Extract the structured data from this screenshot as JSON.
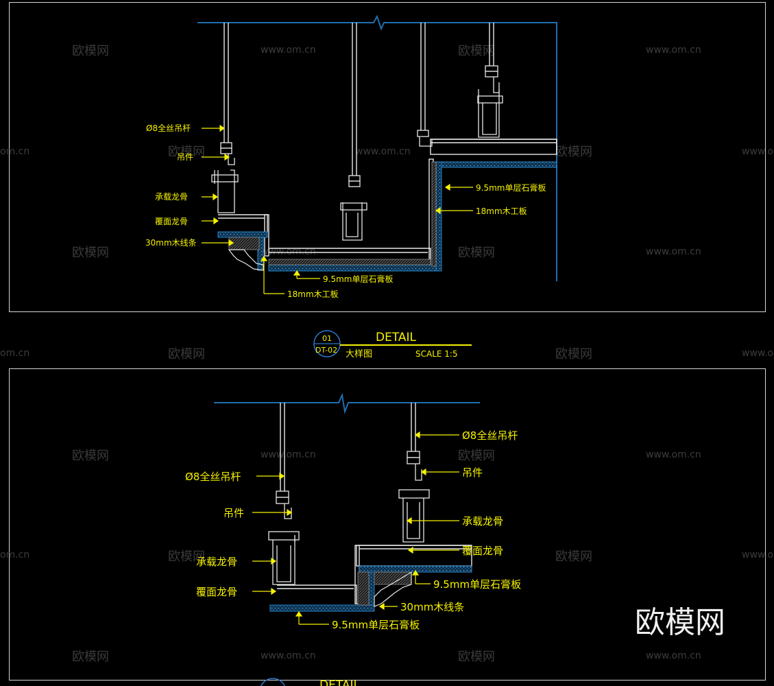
{
  "colors": {
    "background": "#000000",
    "frame": "#d8d8d8",
    "ceiling_line": "#1f6fb0",
    "steel": "#e8e8e8",
    "board_hatch": "#2a86c8",
    "label": "#f5f200",
    "watermark": "#3c3c3c"
  },
  "watermarks": {
    "site": "www.om.cn",
    "site_fragment": "om.cn",
    "brand": "欧模网",
    "brand_large": "欧模网"
  },
  "detail1": {
    "labels": {
      "rod": "Ø8全丝吊杆",
      "hanger": "吊件",
      "main_keel": "承载龙骨",
      "cover_keel": "覆面龙骨",
      "wood_strip": "30mm木线条",
      "gypsum_side": "9.5mm单层石膏板",
      "wood_board_side": "18mm木工板",
      "gypsum_bottom": "9.5mm单层石膏板",
      "wood_board_bottom": "18mm木工板"
    },
    "title_block": {
      "detail_no": "01",
      "sheet_no": "DT-02",
      "title": "DETAIL",
      "subtitle": "大样图",
      "scale": "SCALE 1:5"
    }
  },
  "detail2": {
    "labels": {
      "rod_right": "Ø8全丝吊杆",
      "hanger_right": "吊件",
      "main_keel_right": "承载龙骨",
      "cover_keel_right": "覆面龙骨",
      "gypsum_right": "9.5mm单层石膏板",
      "wood_strip": "30mm木线条",
      "rod_left": "Ø8全丝吊杆",
      "hanger_left": "吊件",
      "main_keel_left": "承载龙骨",
      "cover_keel_left": "覆面龙骨",
      "gypsum_bottom": "9.5mm单层石膏板"
    },
    "title_block": {
      "title": "DETAIL"
    }
  }
}
